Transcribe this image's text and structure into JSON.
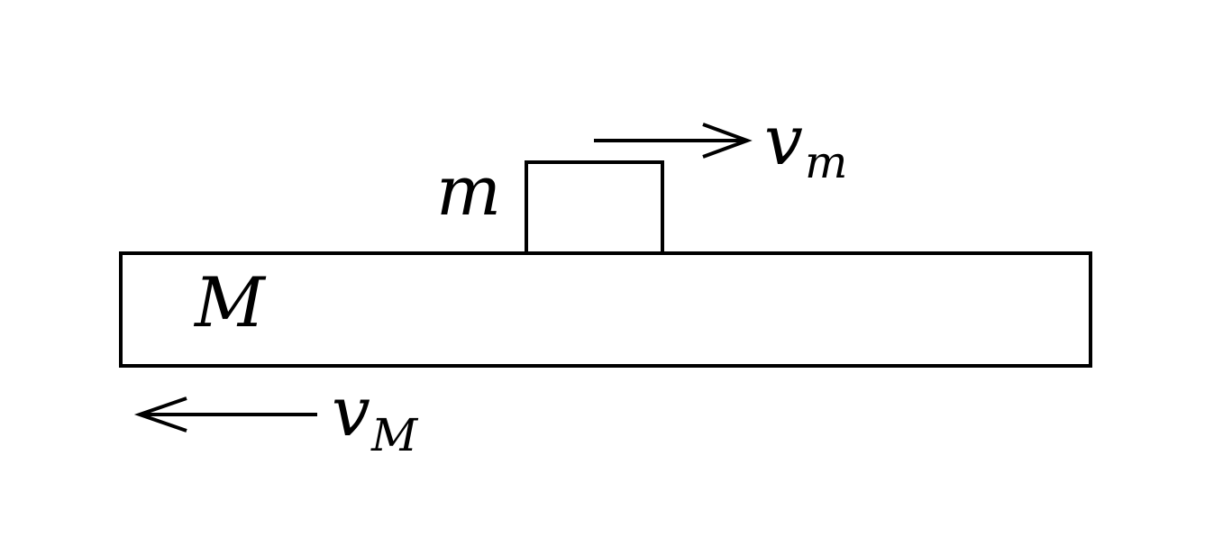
{
  "diagram": {
    "block_label": "m",
    "board_label": "M",
    "block_velocity": {
      "symbol": "v",
      "subscript": "m",
      "direction": "right"
    },
    "board_velocity": {
      "symbol": "v",
      "subscript": "M",
      "direction": "left"
    },
    "colors": {
      "stroke": "#000000",
      "background": "#ffffff"
    }
  }
}
